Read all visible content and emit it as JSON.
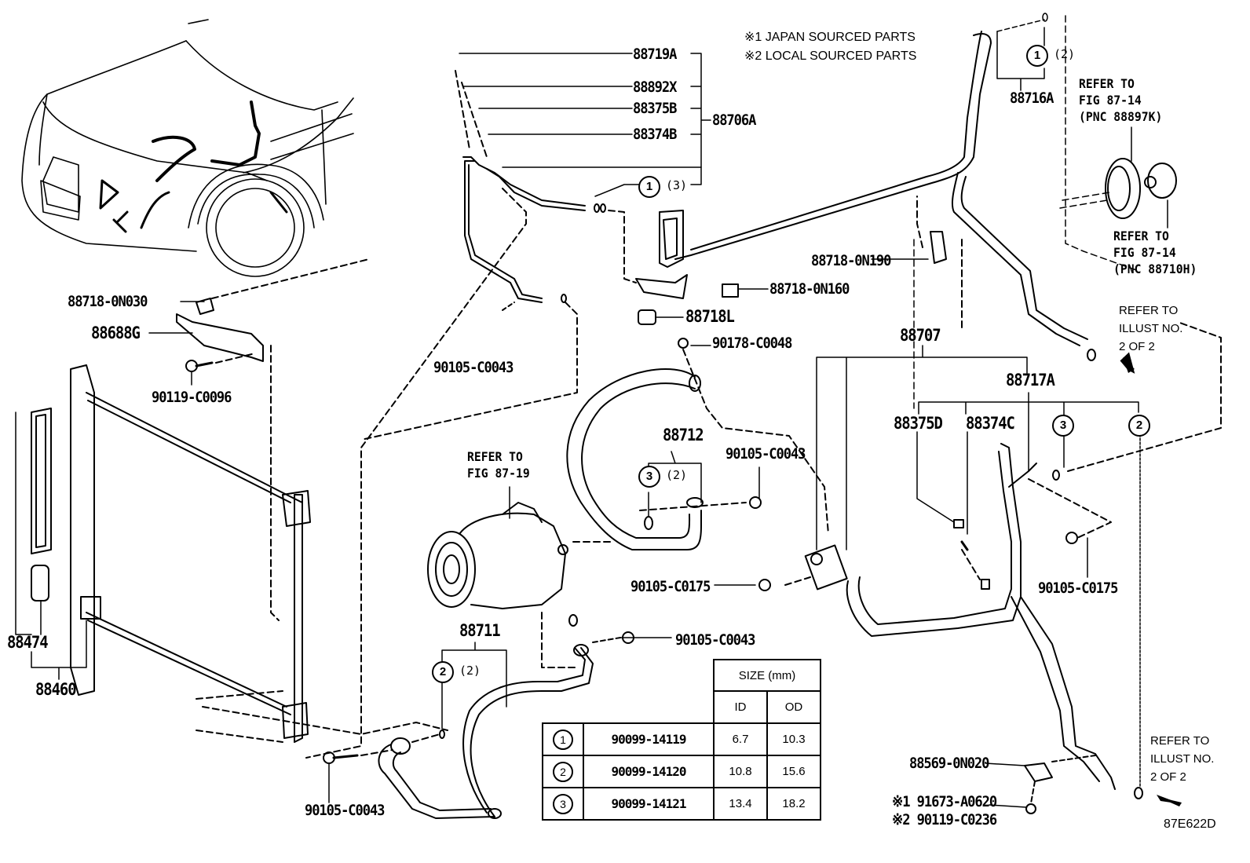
{
  "notes": {
    "japan": "※1 JAPAN SOURCED PARTS",
    "local": "※2 LOCAL SOURCED PARTS"
  },
  "labels": {
    "p88719A": "88719A",
    "p88892X": "88892X",
    "p88375B": "88375B",
    "p88374B": "88374B",
    "p88706A": "88706A",
    "p88716A": "88716A",
    "p88718_0N030": "88718-0N030",
    "p88688G": "88688G",
    "p90119_C0096": "90119-C0096",
    "p90105_C0043_a": "90105-C0043",
    "p88718_0N190": "88718-0N190",
    "p88718_0N160": "88718-0N160",
    "p88718L": "88718L",
    "p90178_C0048": "90178-C0048",
    "p88707": "88707",
    "p88717A": "88717A",
    "p88375D": "88375D",
    "p88374C": "88374C",
    "p88712": "88712",
    "p90105_C0043_b": "90105-C0043",
    "p90105_C0175_a": "90105-C0175",
    "p90105_C0175_b": "90105-C0175",
    "p90105_C0043_c": "90105-C0043",
    "p88711": "88711",
    "p88474": "88474",
    "p88460": "88460",
    "p90105_C0043_d": "90105-C0043",
    "p88569_0N020": "88569-0N020",
    "p91673_A0620": "※1 91673-A0620",
    "p90119_C0236": "※2 90119-C0236",
    "illustration_code": "87E622D"
  },
  "circled": {
    "c1_top": {
      "num": "1",
      "qty": "(3)"
    },
    "c1_right": {
      "num": "1",
      "qty": "(2)"
    },
    "c3_88712": {
      "num": "3",
      "qty": "(2)"
    },
    "c2_88711": {
      "num": "2",
      "qty": "(2)"
    },
    "c3_88717A": {
      "num": "3"
    },
    "c2_88717A": {
      "num": "2"
    }
  },
  "references": {
    "fig87_14_k": "REFER TO\nFIG 87-14\n(PNC 88897K)",
    "fig87_14_h": "REFER TO\nFIG 87-14\n(PNC 88710H)",
    "fig87_19": "REFER TO\nFIG 87-19",
    "illust_2of2_a": "REFER TO\nILLUST NO.\n2 OF 2",
    "illust_2of2_b": "REFER TO\nILLUST NO.\n2 OF 2"
  },
  "size_table": {
    "header": "SIZE (mm)",
    "col_id": "ID",
    "col_od": "OD",
    "rows": [
      {
        "num": "1",
        "part": "90099-14119",
        "id": "6.7",
        "od": "10.3"
      },
      {
        "num": "2",
        "part": "90099-14120",
        "id": "10.8",
        "od": "15.6"
      },
      {
        "num": "3",
        "part": "90099-14121",
        "id": "13.4",
        "od": "18.2"
      }
    ]
  }
}
